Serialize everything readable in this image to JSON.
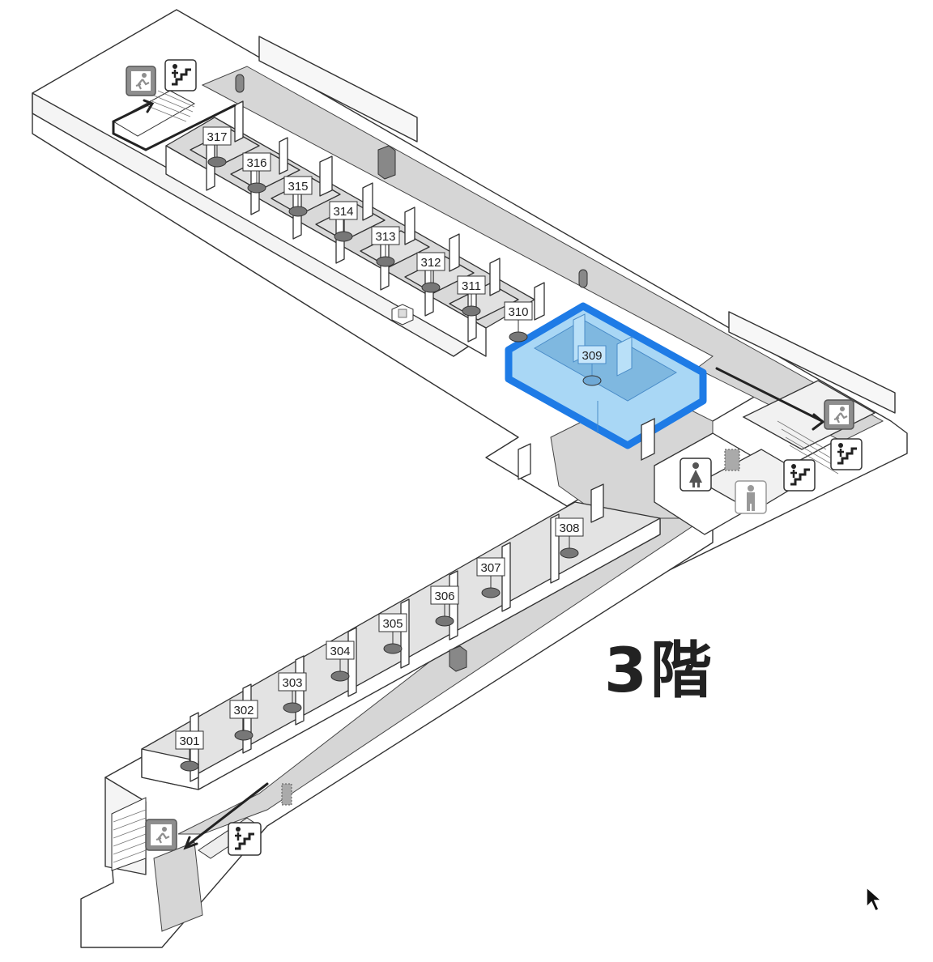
{
  "floor": {
    "title": "3階"
  },
  "rooms": [
    {
      "number": "317",
      "highlighted": false
    },
    {
      "number": "316",
      "highlighted": false
    },
    {
      "number": "315",
      "highlighted": false
    },
    {
      "number": "314",
      "highlighted": false
    },
    {
      "number": "313",
      "highlighted": false
    },
    {
      "number": "312",
      "highlighted": false
    },
    {
      "number": "311",
      "highlighted": false
    },
    {
      "number": "310",
      "highlighted": false
    },
    {
      "number": "309",
      "highlighted": true
    },
    {
      "number": "308",
      "highlighted": false
    },
    {
      "number": "307",
      "highlighted": false
    },
    {
      "number": "306",
      "highlighted": false
    },
    {
      "number": "305",
      "highlighted": false
    },
    {
      "number": "304",
      "highlighted": false
    },
    {
      "number": "303",
      "highlighted": false
    },
    {
      "number": "302",
      "highlighted": false
    },
    {
      "number": "301",
      "highlighted": false
    }
  ],
  "facilities": [
    {
      "type": "emergency-exit-icon"
    },
    {
      "type": "stairs-icon"
    },
    {
      "type": "womens-restroom-icon"
    },
    {
      "type": "mens-restroom-icon"
    },
    {
      "type": "elevator-icon"
    },
    {
      "type": "trash-bin-icon"
    },
    {
      "type": "vending-machine-icon"
    }
  ],
  "colors": {
    "highlight_fill": "#a9d7f5",
    "highlight_border": "#1e7be6",
    "corridor": "#d6d6d6",
    "wall": "#ffffff",
    "outline": "#333333",
    "icon_gray": "#8e8e8e"
  }
}
